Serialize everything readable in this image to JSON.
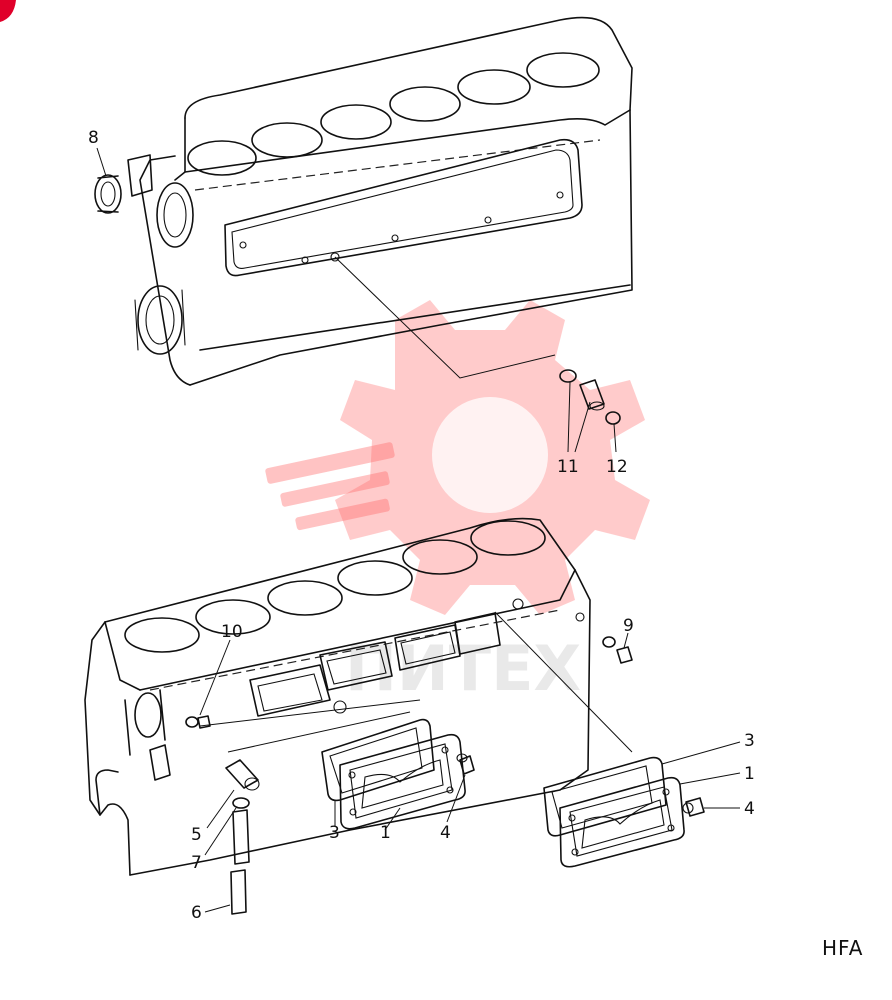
{
  "watermark": {
    "text": "ПИТЕХ",
    "color": "#ff6b6b"
  },
  "corner_badge_color": "#e0002a",
  "diagram_code": "HFA",
  "callouts": {
    "c1a": "1",
    "c1b": "1",
    "c3a": "3",
    "c3b": "3",
    "c4a": "4",
    "c4b": "4",
    "c5": "5",
    "c6": "6",
    "c7": "7",
    "c8": "8",
    "c9": "9",
    "c10": "10",
    "c11": "11",
    "c12": "12"
  }
}
